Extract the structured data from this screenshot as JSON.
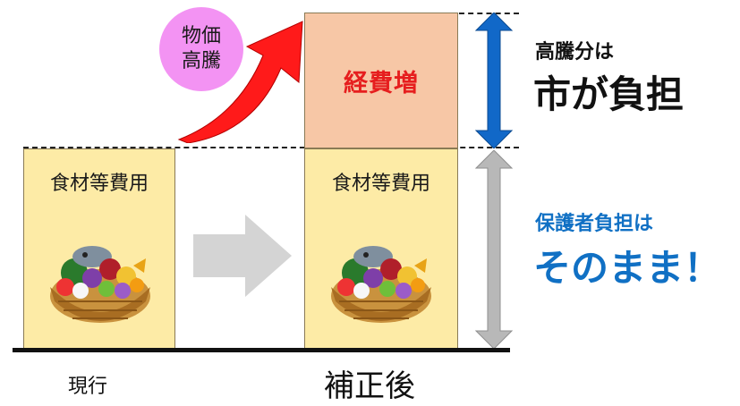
{
  "current": {
    "box_label": "食材等費用",
    "caption": "現行"
  },
  "after": {
    "box_label": "食材等費用",
    "cost_increase_label": "経費増",
    "caption": "補正後"
  },
  "bubble": {
    "line1": "物価",
    "line2": "高騰"
  },
  "city_note": {
    "small": "高騰分は",
    "big": "市が負担"
  },
  "guardian_note": {
    "small": "保護者負担は",
    "big": "そのまま！"
  },
  "icons": [
    "food-basket-icon",
    "gray-right-arrow-icon",
    "red-rising-arrow-icon",
    "blue-double-arrow-icon",
    "gray-double-arrow-icon"
  ],
  "colors": {
    "food_box": "#fdeba6",
    "cost_box": "#f7c7a6",
    "cost_text": "#e61e1e",
    "bubble": "#f393f3",
    "blue_text": "#1070c4",
    "blue_arrow": "#1168c8",
    "gray_arrow": "#b8b8b8"
  }
}
